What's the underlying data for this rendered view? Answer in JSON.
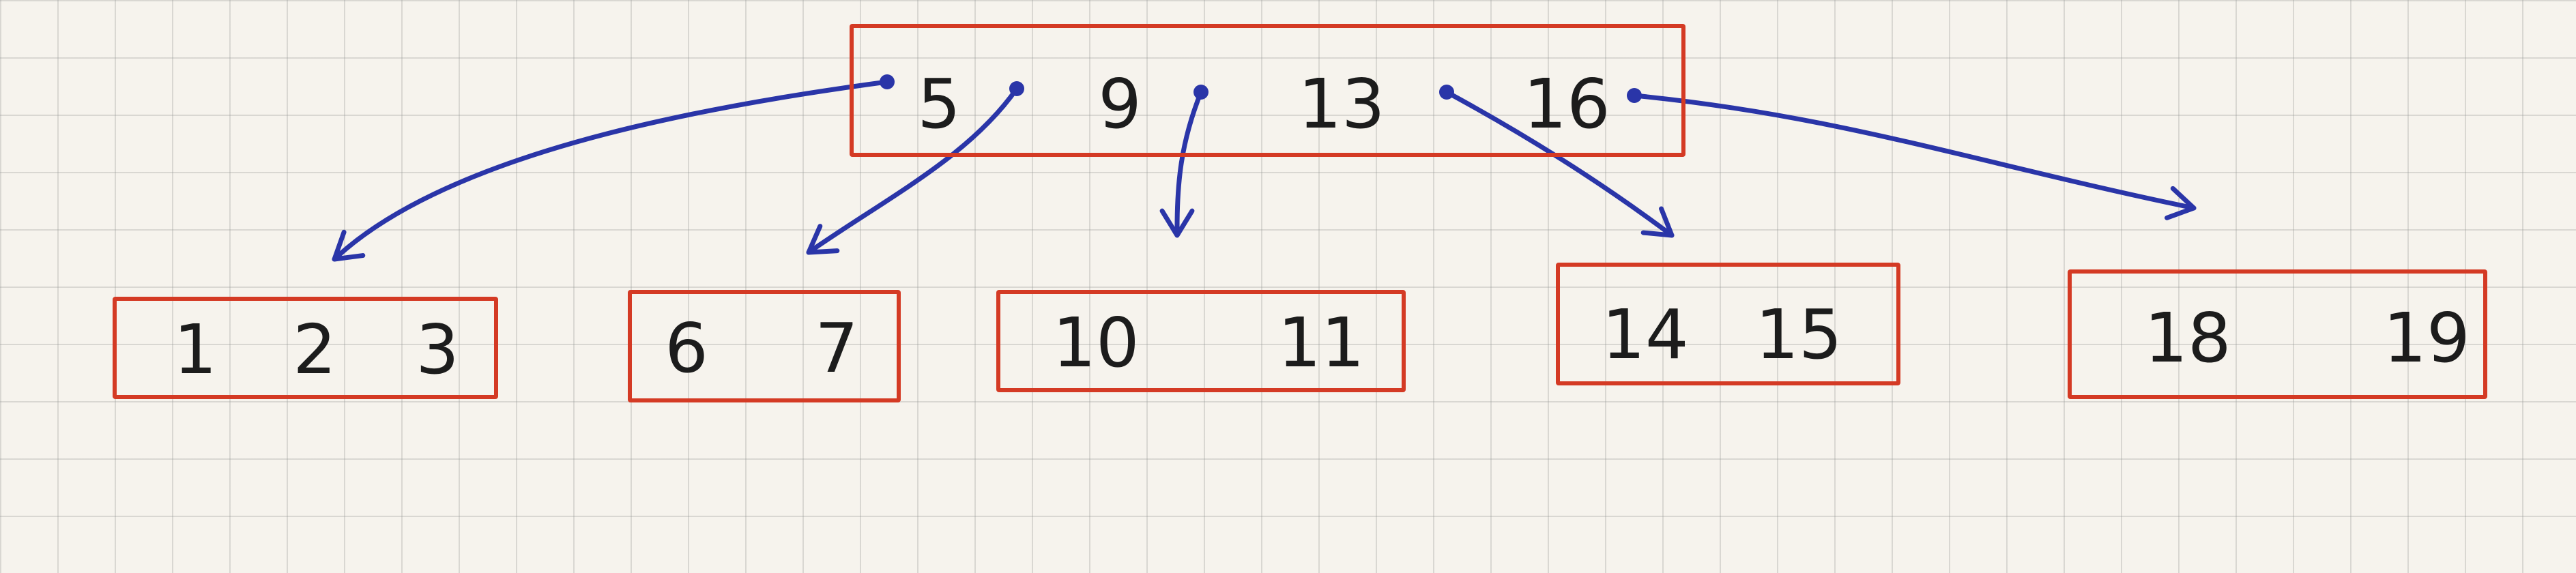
{
  "diagram": {
    "root": {
      "keys": [
        "5",
        "9",
        "13",
        "16"
      ]
    },
    "children": [
      {
        "keys": [
          "1",
          "2",
          "3"
        ]
      },
      {
        "keys": [
          "6",
          "7"
        ]
      },
      {
        "keys": [
          "10",
          "11"
        ]
      },
      {
        "keys": [
          "14",
          "15"
        ]
      },
      {
        "keys": [
          "18",
          "19"
        ]
      }
    ],
    "colors": {
      "node_border": "#d43a24",
      "pointer": "#2a35a8",
      "ink": "#1c1c1c",
      "paper": "#f6f3ed",
      "grid": "#bdbdbd"
    }
  }
}
